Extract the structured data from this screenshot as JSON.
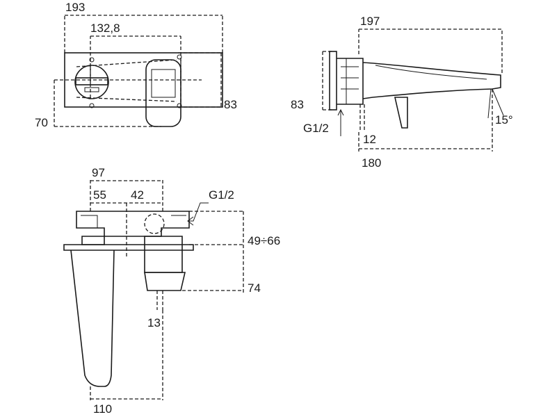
{
  "front_view": {
    "dim_width": "193",
    "dim_centers": "132,8",
    "dim_height": "83",
    "dim_offset": "70"
  },
  "side_view": {
    "dim_depth": "197",
    "dim_height": "83",
    "dim_thread": "G1/2",
    "dim_plate": "12",
    "dim_projection": "180",
    "dim_angle": "15°"
  },
  "top_view": {
    "dim_width": "97",
    "dim_a": "55",
    "dim_b": "42",
    "dim_thread": "G1/2",
    "dim_range": "49÷66",
    "dim_depth": "74",
    "dim_small": "13",
    "dim_spout": "110"
  }
}
